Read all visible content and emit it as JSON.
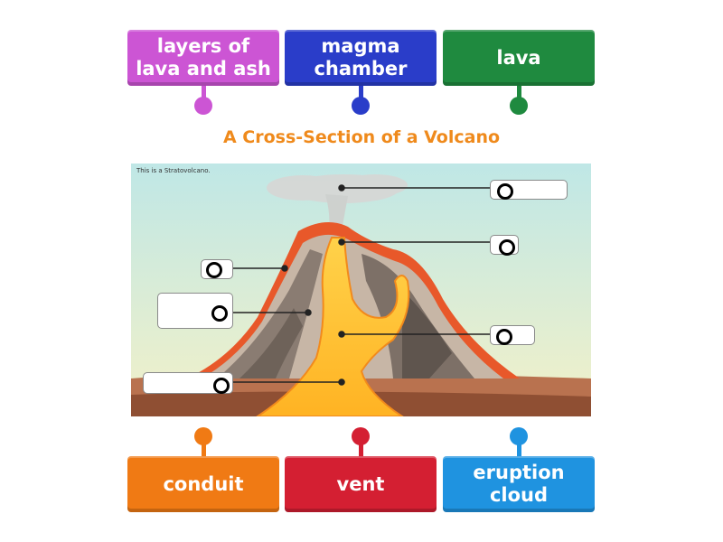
{
  "title": "A Cross-Section of a Volcano",
  "scene_caption": "This is a Stratovolcano.",
  "top_tiles": [
    {
      "label": "layers of\nlava and ash",
      "color": "#cc55d4"
    },
    {
      "label": "magma\nchamber",
      "color": "#2a3dc9"
    },
    {
      "label": "lava",
      "color": "#1f8a3f"
    }
  ],
  "bottom_tiles": [
    {
      "label": "conduit",
      "color": "#f07a14"
    },
    {
      "label": "vent",
      "color": "#d41f32"
    },
    {
      "label": "eruption\ncloud",
      "color": "#1f93e0"
    }
  ]
}
